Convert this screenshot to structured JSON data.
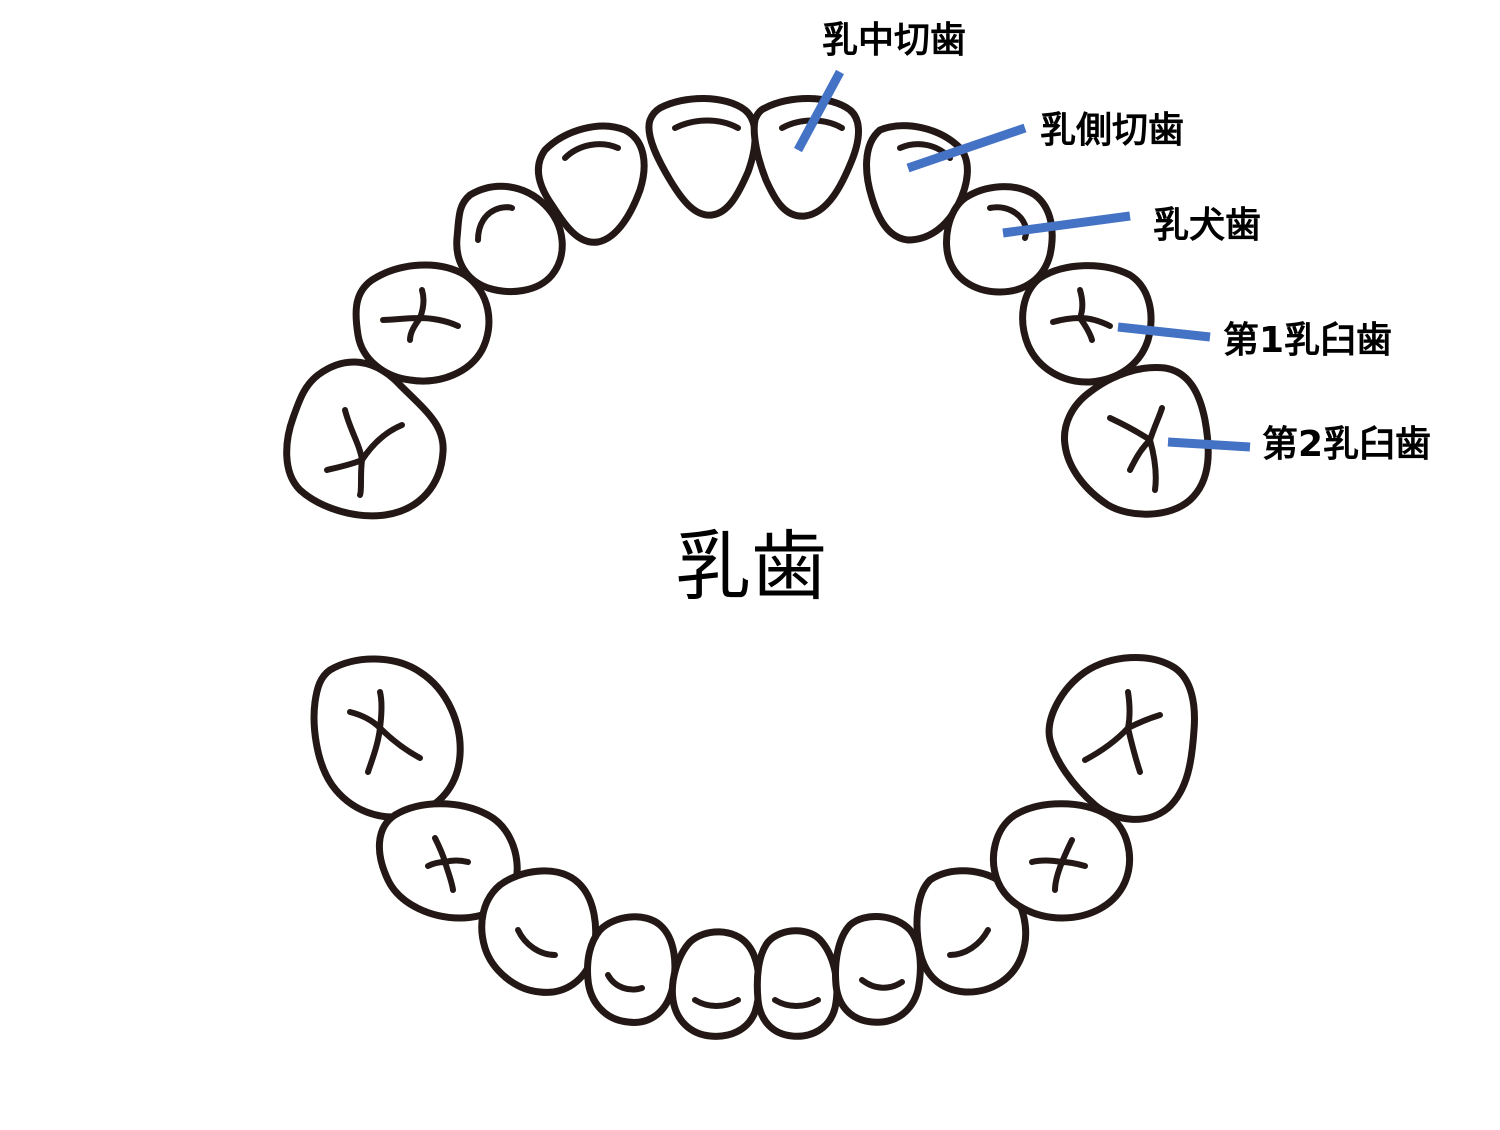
{
  "title": "乳歯",
  "colors": {
    "outline": "#231815",
    "leader": "#4472C4",
    "text": "#000000",
    "background": "#ffffff"
  },
  "labels": [
    {
      "id": "central-incisor",
      "text": "乳中切歯"
    },
    {
      "id": "lateral-incisor",
      "text": "乳側切歯"
    },
    {
      "id": "canine",
      "text": "乳犬歯"
    },
    {
      "id": "first-molar",
      "text": "第1乳臼歯"
    },
    {
      "id": "second-molar",
      "text": "第2乳臼歯"
    }
  ],
  "upper_teeth": [
    "second-molar",
    "first-molar",
    "canine",
    "lateral-incisor",
    "central-incisor",
    "central-incisor",
    "lateral-incisor",
    "canine",
    "first-molar",
    "second-molar"
  ],
  "lower_teeth": [
    "second-molar",
    "first-molar",
    "canine",
    "lateral-incisor",
    "central-incisor",
    "central-incisor",
    "lateral-incisor",
    "canine",
    "first-molar",
    "second-molar"
  ]
}
